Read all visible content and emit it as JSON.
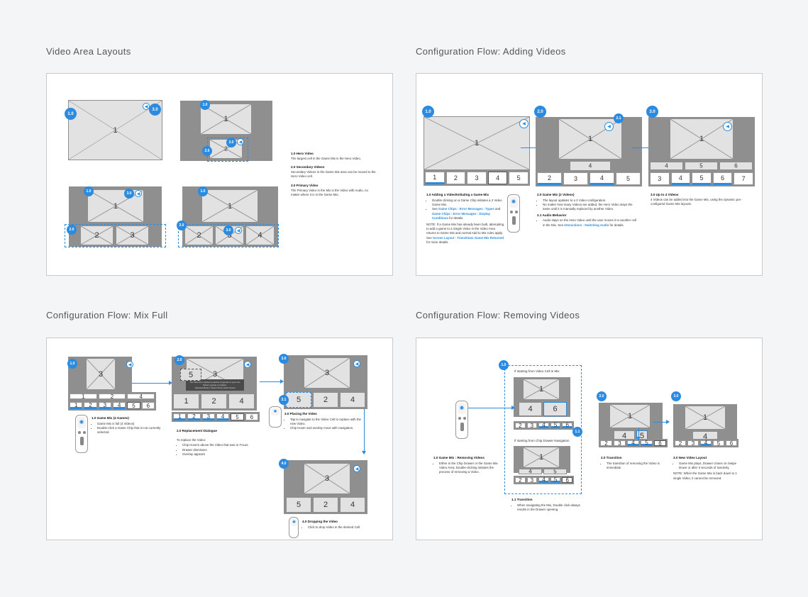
{
  "sections": {
    "layouts": {
      "title": "Video Area Layouts"
    },
    "adding": {
      "title": "Configuration Flow: Adding Videos"
    },
    "mixfull": {
      "title": "Configuration Flow: Mix Full"
    },
    "removing": {
      "title": "Configuration Flow: Removing Videos"
    }
  },
  "icons": {
    "audio": "speaker-icon",
    "remote": "remote-control-icon"
  },
  "colors": {
    "accent": "#2a8be0",
    "frame": "#8f8f8f",
    "placeholder": "#e2e2e2",
    "highlight_text": "#f0a020"
  },
  "badges": {
    "b10": "1.0",
    "b11": "1.1",
    "b20": "2.0",
    "b21": "2.1",
    "b30": "3.0",
    "b31": "3.1",
    "b40": "4.0"
  },
  "nums": {
    "n1": "1",
    "n2": "2",
    "n3": "3",
    "n4": "4",
    "n5": "5",
    "n6": "6",
    "n7": "7"
  },
  "layouts_notes": {
    "h1": "1.0 Hero Video",
    "t1": "The largest cell in the Game Mix is the Hero Video.",
    "h2": "2.0 Secondary Videos",
    "t2": "Secondary Videos in the Game Mix area can be moved to the Hero Video cell.",
    "h3": "3.0 Primary Video",
    "t3": "The Primary Video in the Mix is the Video with Audio, no matter where it is in the Game Mix."
  },
  "adding_notes": {
    "n1_h": "1.0 Adding a Video/Initiating a Game Mix",
    "n1_b1": "Double clicking on a Game Chip initiates a 2 Video Game Mix.",
    "n1_b2_pre": "See ",
    "n1_b2_l1": "Game Chips : Error Messages : Types",
    "n1_b2_mid": " and ",
    "n1_b2_l2": "Game Chips : Error Messages : Display Conditions",
    "n1_b2_post": " for details.",
    "n1_note_pre": "NOTE: If a Game Mix has already been built, attempting to add a game to a Single Video in the Video Area returns to Game Mix and normal Add to Mix rules apply. See ",
    "n1_note_link": "Screen Layout : Transitions Game Mix Returned",
    "n1_note_post": " for more details.",
    "n2_h": "2.0 Game Mix (2 Videos)",
    "n2_b1": "The layout updates to a 2 Video configuration.",
    "n2_b2": "No matter how many Videos are added, the Hero Video stays the same until it is manually replaced by another Video.",
    "n21_h": "2.1 Audio Behavior",
    "n21_b1_pre": "Audio stays on the Hero Video until the user moves it to another cell in the Mix. See ",
    "n21_b1_link": "Interactions : Switching Audio",
    "n21_b1_post": " for details.",
    "n3_h": "3.0 Up to 4 Videos",
    "n3_t": "4 Videos can be added into the Game Mix, using the dynamic pre-configured Game Mix layouts."
  },
  "mixfull_notes": {
    "n1_h": "1.0 Game Mix (4 Games)",
    "n1_b1": "Game Mix is full (4 Videos)",
    "n1_b2": "Double-click a Game Chip that is not currently selected.",
    "dlg": "You have the maximum number of games in your mix. Select a game to replace.",
    "dlg_opts": "Selected Button: Select  Press  Hold  Cancel",
    "n2_h": "2.0 Replacement Dialogue",
    "n2_t": "To replace the Video:",
    "n2_b1": "Chip Hovers above the Video that was in Focus.",
    "n2_b2": "Drawer dismisses",
    "n2_b3": "Overlay appears",
    "n3_h": "3.0 Placing the Video",
    "n3_b1": "Tap to navigate to the Video Cell to replace with the new Video.",
    "n3_b2": "Chip Hover and overlay move with navigation.",
    "n4_h": "4.0 Dropping the Video",
    "n4_b1": "Click to drop Video in the desired Cell."
  },
  "removing_notes": {
    "sub1": "If starting from Video Cell in Mix",
    "sub2": "If starting from Chip Drawer Navigation",
    "n1_h": "1.0 Game Mix : Removing Videos",
    "n1_b1": "Either in the Chip Drawer or the Game Mix Video Area, Double-clicking initiates the process of removing a Video.",
    "n11_h": "1.1 Transition",
    "n11_b1": "When navigating the Mix, Double click always results in the Drawer opening.",
    "n2_h": "2.0 Transition",
    "n2_b1": "The transition of removing the Video is immediate.",
    "n3_h": "3.0 New Video Layout",
    "n3_b1": "Game Mix plays, Drawer closes on Swipe Down or after 3 seconds of inactivity.",
    "n3_note": "NOTE: When the Game Mix is back down to 1 single Video, it cannot be removed."
  }
}
